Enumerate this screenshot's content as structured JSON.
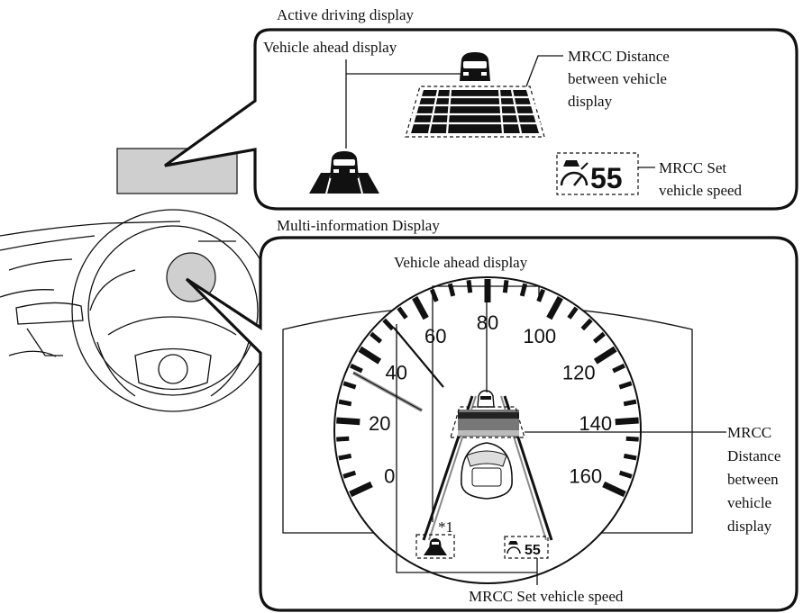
{
  "top_panel": {
    "title": "Active driving display",
    "vehicle_ahead_label": "Vehicle ahead display",
    "distance_label_lines": [
      "MRCC Distance",
      "between vehicle",
      "display"
    ],
    "set_speed_label_lines": [
      "MRCC Set",
      "vehicle speed"
    ],
    "set_speed_value": "55"
  },
  "bottom_panel": {
    "title": "Multi-information Display",
    "vehicle_ahead_label": "Vehicle ahead display",
    "distance_label_lines": [
      "MRCC",
      "Distance",
      "between",
      "vehicle",
      "display"
    ],
    "set_speed_label": "MRCC Set vehicle speed",
    "set_speed_value": "55",
    "footnote_marker": "*1",
    "speedometer_ticks": [
      "0",
      "20",
      "40",
      "60",
      "80",
      "100",
      "120",
      "140",
      "160"
    ]
  },
  "colors": {
    "highlight_gray": "#cfcfcf",
    "line": "#111111"
  }
}
